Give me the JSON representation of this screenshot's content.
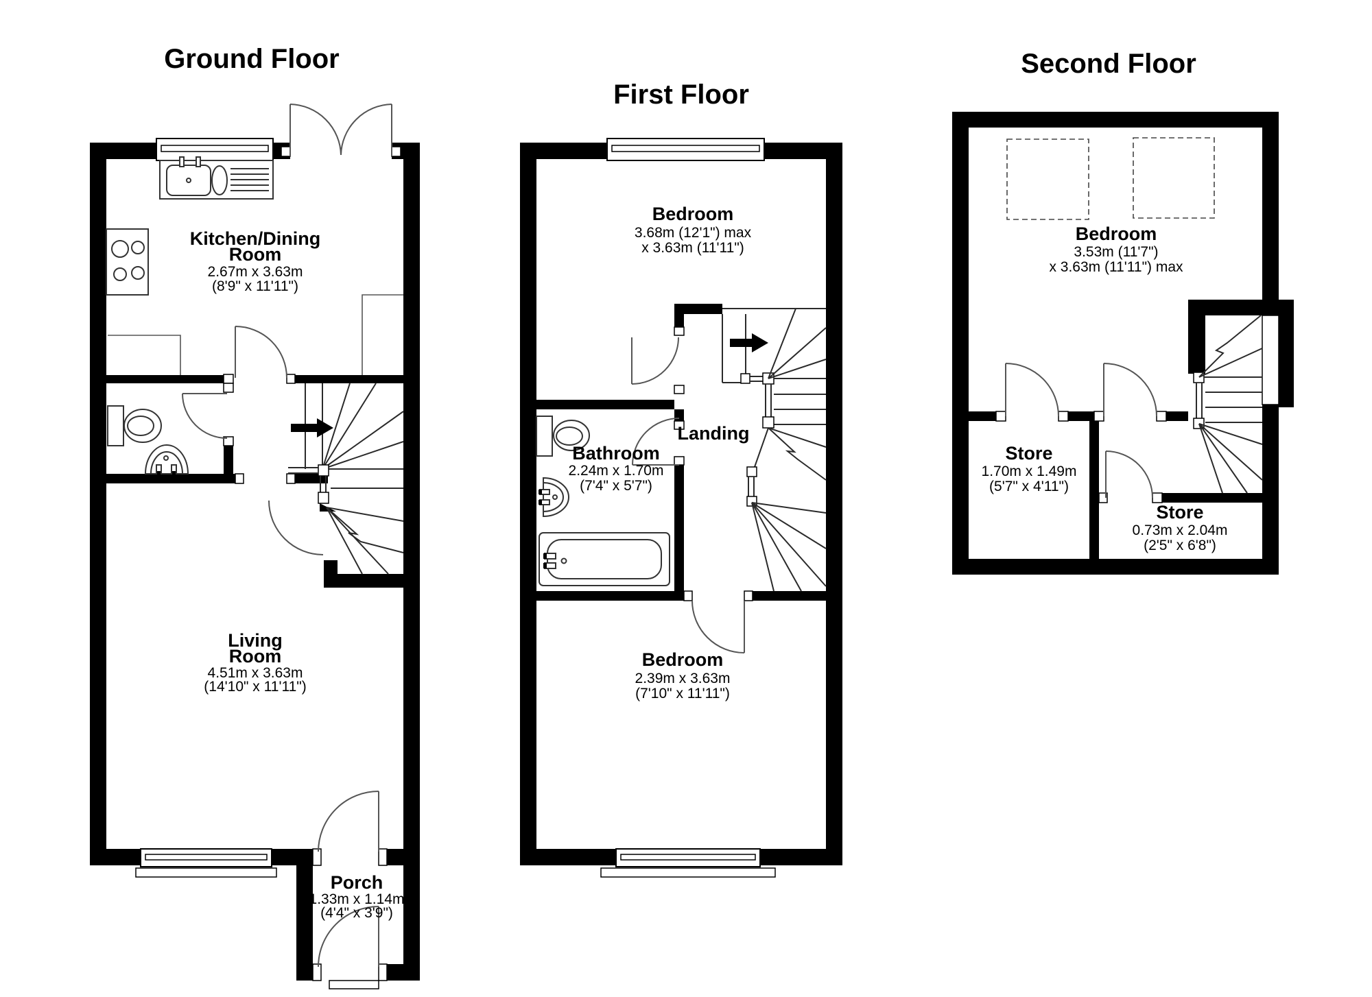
{
  "floors": {
    "ground": {
      "title": "Ground Floor",
      "kitchen": {
        "line1": "Kitchen/Dining",
        "line2": "Room",
        "metric": "2.67m x 3.63m",
        "imperial": "(8'9\" x 11'11\")"
      },
      "living": {
        "line1": "Living",
        "line2": "Room",
        "metric": "4.51m x 3.63m",
        "imperial": "(14'10\" x 11'11\")"
      },
      "porch": {
        "name": "Porch",
        "metric": "1.33m x 1.14m",
        "imperial": "(4'4\" x 3'9\")"
      }
    },
    "first": {
      "title": "First Floor",
      "bedroom_front": {
        "name": "Bedroom",
        "metric": "3.68m (12'1\") max",
        "imperial": "x 3.63m (11'11\")"
      },
      "bathroom": {
        "name": "Bathroom",
        "metric": "2.24m x 1.70m",
        "imperial": "(7'4\" x 5'7\")"
      },
      "landing": {
        "name": "Landing"
      },
      "bedroom_back": {
        "name": "Bedroom",
        "metric": "2.39m x 3.63m",
        "imperial": "(7'10\" x 11'11\")"
      }
    },
    "second": {
      "title": "Second Floor",
      "bedroom": {
        "name": "Bedroom",
        "metric": "3.53m (11'7\")",
        "imperial": "x 3.63m (11'11\") max"
      },
      "store_left": {
        "name": "Store",
        "metric": "1.70m x 1.49m",
        "imperial": "(5'7\" x 4'11\")"
      },
      "store_right": {
        "name": "Store",
        "metric": "0.73m x 2.04m",
        "imperial": "(2'5\" x 6'8\")"
      }
    }
  },
  "colors": {
    "wall": "#000000",
    "background": "#ffffff",
    "door_arc": "#555555"
  }
}
